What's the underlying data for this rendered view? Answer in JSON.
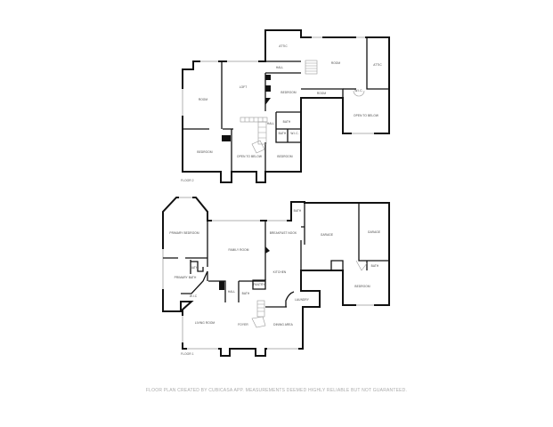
{
  "floor2": {
    "label": "FLOOR 2",
    "rooms": {
      "attic_left": "ATTIC",
      "hall_top": "HALL",
      "bonus_room": "ROOM",
      "attic_right": "ATTIC",
      "bedroom_center": "BEDROOM",
      "room_corridor": "ROOM",
      "wic": "W.I.C.",
      "open_to_below_right": "OPEN TO BELOW",
      "room_left": "ROOM",
      "loft": "LOFT",
      "bath": "BATH",
      "hall": "HALL",
      "bath_small": "BATH",
      "wic_small": "W.I.C.",
      "bedroom_left": "BEDROOM",
      "open_to_below_center": "OPEN TO BELOW",
      "bedroom_right": "BEDROOM"
    }
  },
  "floor1": {
    "label": "FLOOR 1",
    "rooms": {
      "primary_bedroom": "PRIMARY BEDROOM",
      "family_room": "FAMILY ROOM",
      "breakfast_nook": "BREAKFAST NOOK",
      "bath_top": "BATH",
      "garage_left": "GARAGE",
      "garage_right": "GARAGE",
      "kitchen": "KITCHEN",
      "bath_garage": "BATH",
      "bedroom": "BEDROOM",
      "bath_primary": "BATH",
      "primary_bath": "PRIMARY BATH",
      "wic": "W.I.C",
      "hall": "HALL",
      "bath_hall": "BATH",
      "pantry": "PANTRY",
      "laundry": "LAUNDRY",
      "living_room": "LIVING ROOM",
      "foyer": "FOYER",
      "dining_area": "DINING AREA"
    }
  },
  "footer": "FLOOR PLAN CREATED BY CUBICASA APP. MEASUREMENTS DEEMED HIGHLY RELIABLE BUT NOT GUARANTEED."
}
